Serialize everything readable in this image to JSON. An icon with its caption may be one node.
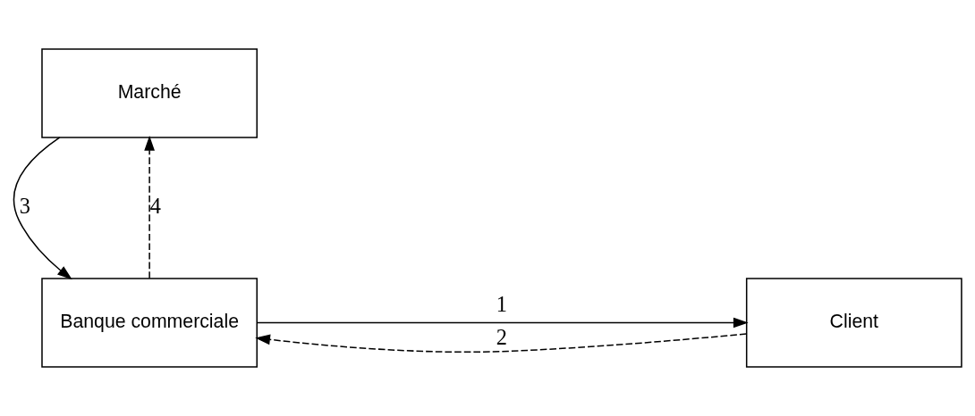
{
  "diagram": {
    "nodes": [
      {
        "text": [
          "Marché"
        ]
      },
      {
        "text": [
          "Client"
        ]
      },
      {
        "text": [
          "Banque commerciale"
        ]
      }
    ],
    "edges": [
      {
        "from": 0,
        "to": 2,
        "arrow": "to",
        "label": "3"
      },
      {
        "from": 2,
        "to": 1,
        "arrow": "to",
        "label": "1"
      },
      {
        "from": 1,
        "to": 2,
        "arrow": "to",
        "label": "2",
        "style": "dashed"
      },
      {
        "from": 2,
        "to": 0,
        "arrow": "to",
        "label": "4",
        "style": "dashed"
      }
    ]
  }
}
